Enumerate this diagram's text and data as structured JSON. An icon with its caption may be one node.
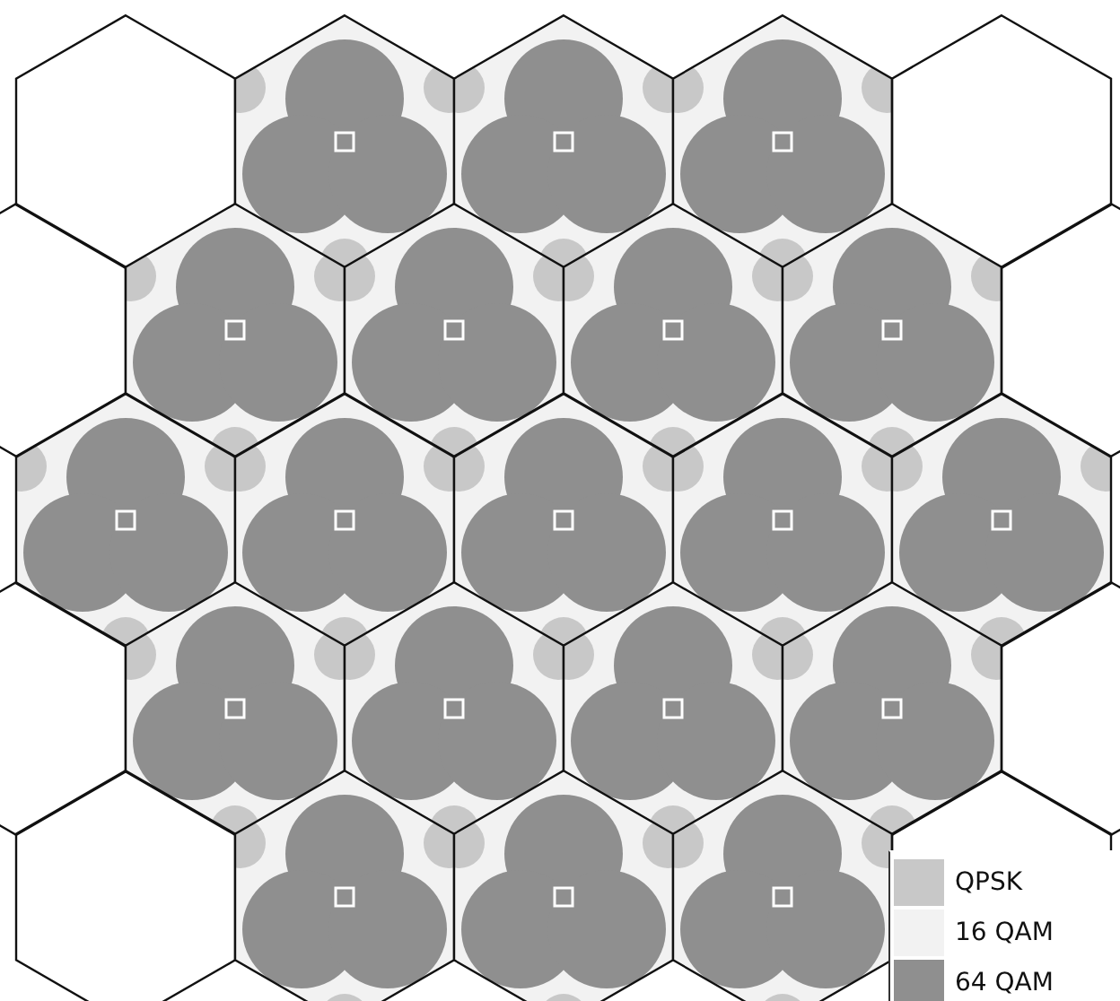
{
  "diagram": {
    "legend": [
      {
        "text": "QPSK",
        "color": "#c8c8c8"
      },
      {
        "text": "16 QAM",
        "color": "#f2f2f2"
      },
      {
        "text": "64 QAM",
        "color": "#8f8f8f"
      }
    ]
  }
}
